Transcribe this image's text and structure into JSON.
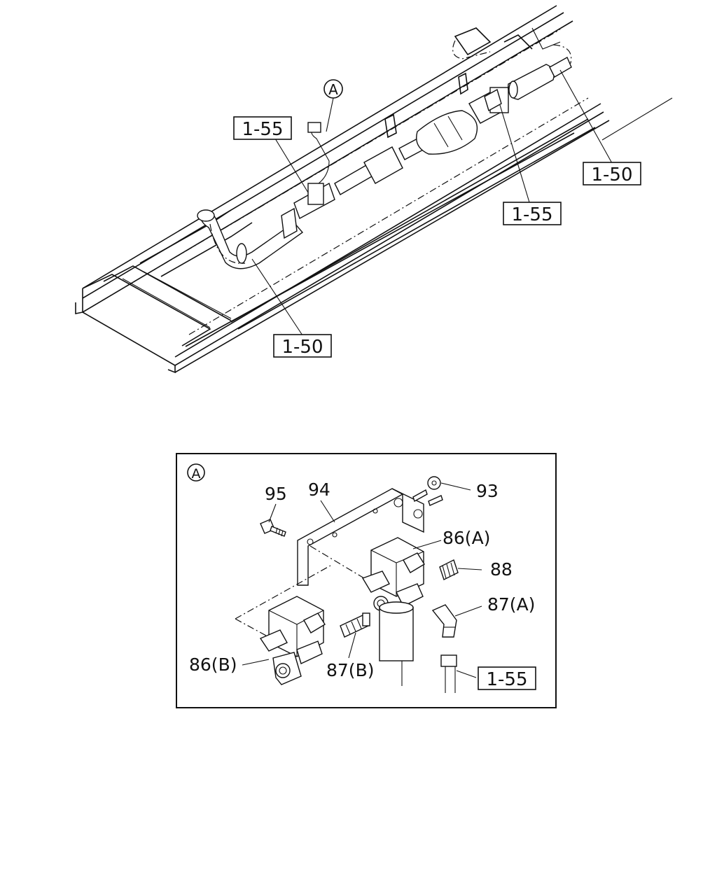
{
  "top_view": {
    "detail_marker": "A",
    "refs": [
      "1-55",
      "1-50",
      "1-55",
      "1-50"
    ]
  },
  "detail_panel": {
    "marker": "A",
    "parts": [
      "95",
      "94",
      "93",
      "86(A)",
      "88",
      "87(A)",
      "86(B)",
      "87(B)"
    ],
    "ref": "1-55"
  }
}
